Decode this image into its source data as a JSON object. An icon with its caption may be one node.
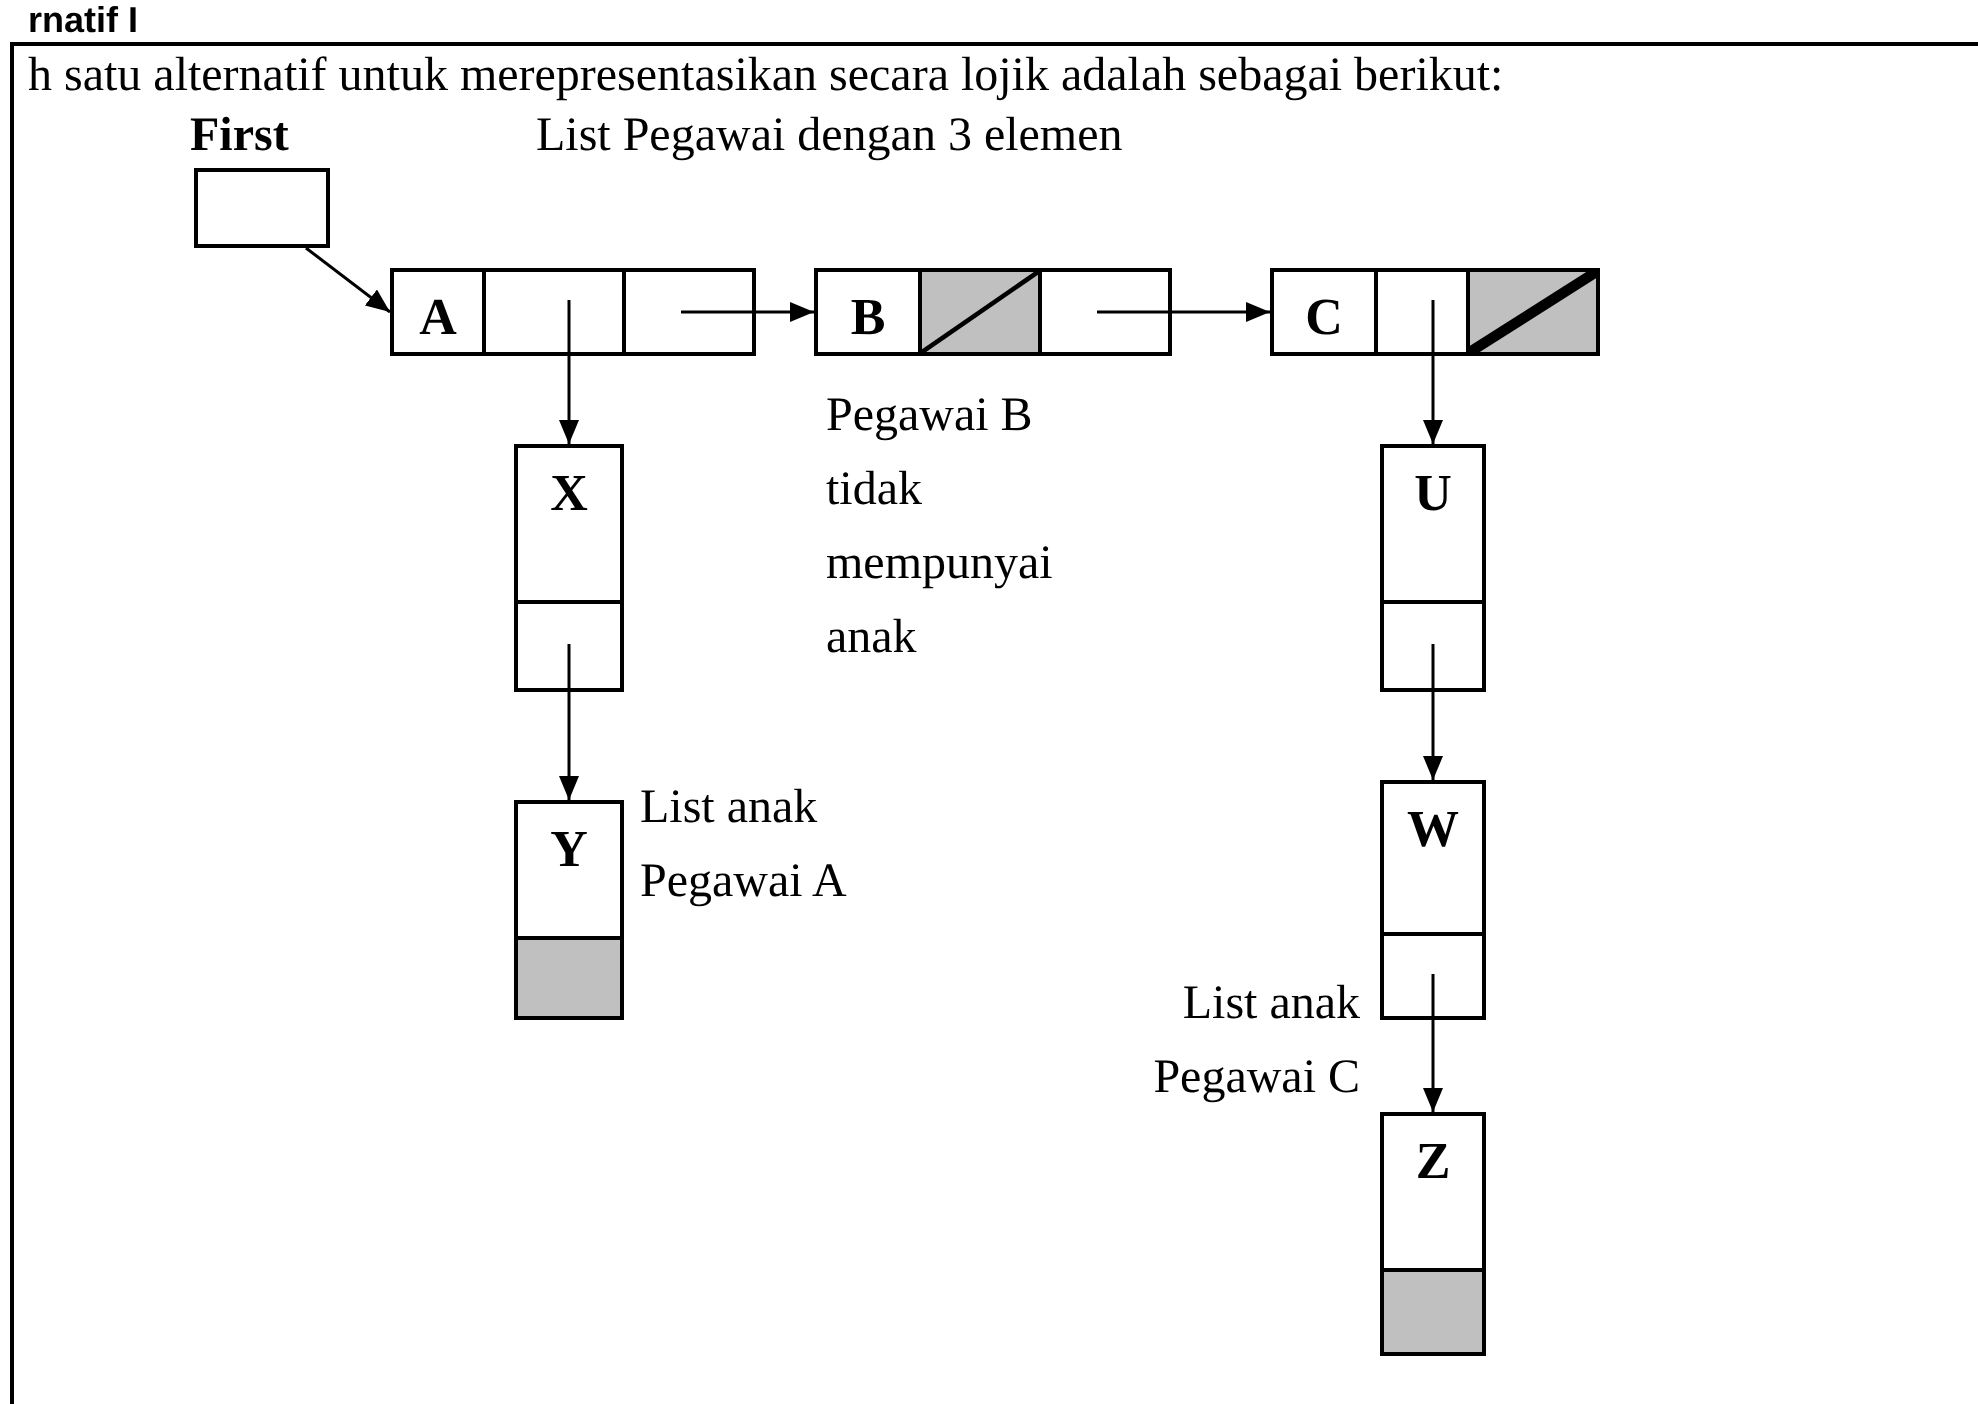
{
  "diagram": {
    "title": "rnatif I",
    "nodes": [
      {
        "text": [
          "First"
        ]
      },
      {
        "text": [
          "A"
        ]
      },
      {
        "text": [
          "B"
        ],
        "beside": [
          "Pegawai B tidak mempunyai anak"
        ]
      },
      {
        "text": [
          "C"
        ]
      },
      {
        "text": [
          "X"
        ]
      },
      {
        "text": [
          "Y"
        ],
        "beside": [
          "List anak Pegawai A"
        ]
      },
      {
        "text": [
          "U"
        ]
      },
      {
        "text": [
          "W"
        ]
      },
      {
        "text": [
          "Z"
        ],
        "beside": [
          "List anak Pegawai C"
        ]
      }
    ],
    "edges": [
      {
        "from": 0,
        "to": 1,
        "arrow": "to"
      },
      {
        "from": 1,
        "to": 2,
        "arrow": "to"
      },
      {
        "from": 2,
        "to": 3,
        "arrow": "to"
      },
      {
        "from": 1,
        "to": 4,
        "arrow": "to"
      },
      {
        "from": 4,
        "to": 5,
        "arrow": "to"
      },
      {
        "from": 3,
        "to": 6,
        "arrow": "to"
      },
      {
        "from": 6,
        "to": 7,
        "arrow": "to"
      },
      {
        "from": 7,
        "to": 8,
        "arrow": "to"
      }
    ],
    "labels": [
      "h satu alternatif untuk merepresentasikan secara lojik adalah sebagai berikut:",
      "List Pegawai dengan 3 elemen"
    ]
  }
}
